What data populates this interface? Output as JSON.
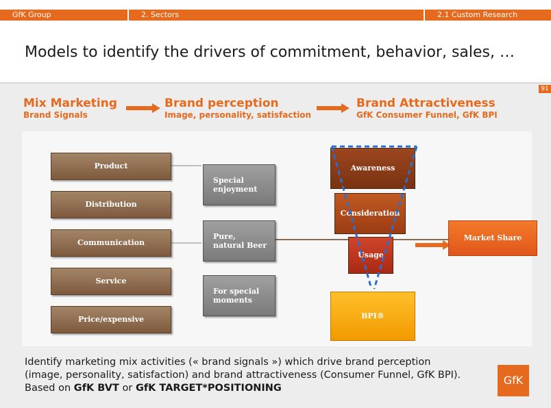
{
  "header": {
    "tab1": "GfK Group",
    "tab2": "2. Sectors",
    "tab3": "2.1 Custom Research"
  },
  "title": "Models to identify the drivers of commitment, behavior, sales, …",
  "page_number": "91",
  "columns": [
    {
      "title": "Mix Marketing",
      "subtitle": "Brand Signals"
    },
    {
      "title": "Brand perception",
      "subtitle": "Image, personality, satisfaction"
    },
    {
      "title": "Brand Attractiveness",
      "subtitle": "GfK Consumer Funnel, GfK BPI"
    }
  ],
  "mix_items": [
    "Product",
    "Distribution",
    "Communication",
    "Service",
    "Price/expensive"
  ],
  "perception_items": [
    {
      "line1": "Special",
      "line2": "enjoyment"
    },
    {
      "line1": "Pure,",
      "line2": "natural Beer"
    },
    {
      "line1": "For special",
      "line2": "moments"
    }
  ],
  "funnel": {
    "awareness": "Awareness",
    "consideration": "Consideration",
    "usage": "Usage",
    "bpi": "BPI®"
  },
  "market_share": "Market Share",
  "footer": {
    "text1": "Identify marketing mix activities (« brand signals ») which drive brand perception (image, personality, satisfaction) and brand attractiveness (Consumer Funnel, GfK BPI). Based on ",
    "bold1": "GfK BVT",
    "text2": " or ",
    "bold2": "GfK TARGET*POSITIONING"
  },
  "logo": "GfK",
  "colors": {
    "accent": "#e56a1e",
    "brown": "#7e5a3e",
    "grey": "#7a7a7a",
    "funnel_dark": "#8b3a12",
    "funnel_mid": "#b4481a",
    "funnel_red": "#c0391c",
    "bpi": "#f6a800"
  }
}
